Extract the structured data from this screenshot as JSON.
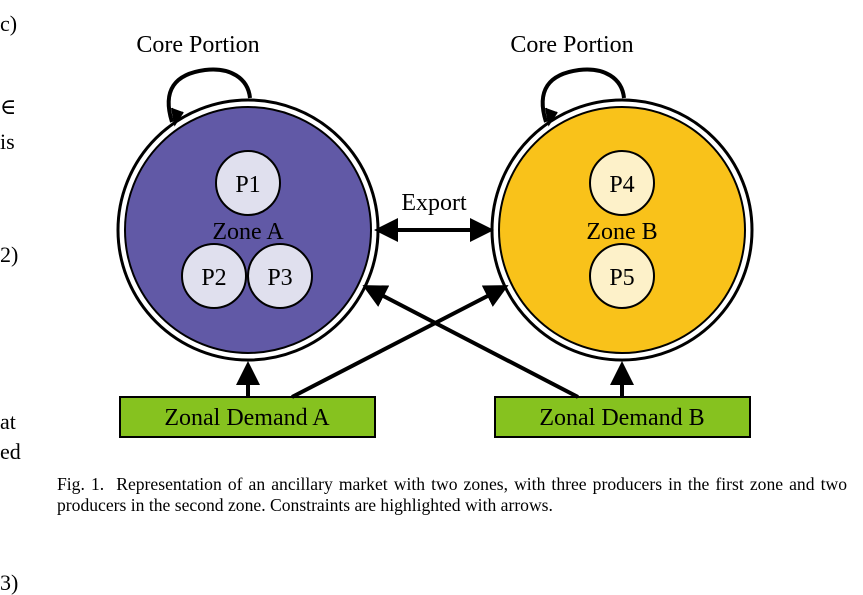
{
  "margin_fragments": [
    "c)",
    "∈",
    "is",
    "2)",
    "at",
    "ed",
    "3)"
  ],
  "diagram": {
    "zone_a": {
      "core_label": "Core Portion",
      "name": "Zone A",
      "producers": [
        "P1",
        "P2",
        "P3"
      ],
      "demand_label": "Zonal Demand A"
    },
    "zone_b": {
      "core_label": "Core Portion",
      "name": "Zone B",
      "producers": [
        "P4",
        "P5"
      ],
      "demand_label": "Zonal Demand B"
    },
    "export_label": "Export",
    "colors": {
      "zone_a_fill": "#6159a6",
      "zone_b_fill": "#f9c21a",
      "producer_a_fill": "#e0e0ee",
      "producer_b_fill": "#fdf1c9",
      "demand_fill": "#86c21f"
    }
  },
  "caption": {
    "figure_label": "Fig. 1.",
    "text": "Representation of an ancillary market with two zones, with three producers in the first zone and two producers in the second zone. Constraints are highlighted with arrows."
  }
}
